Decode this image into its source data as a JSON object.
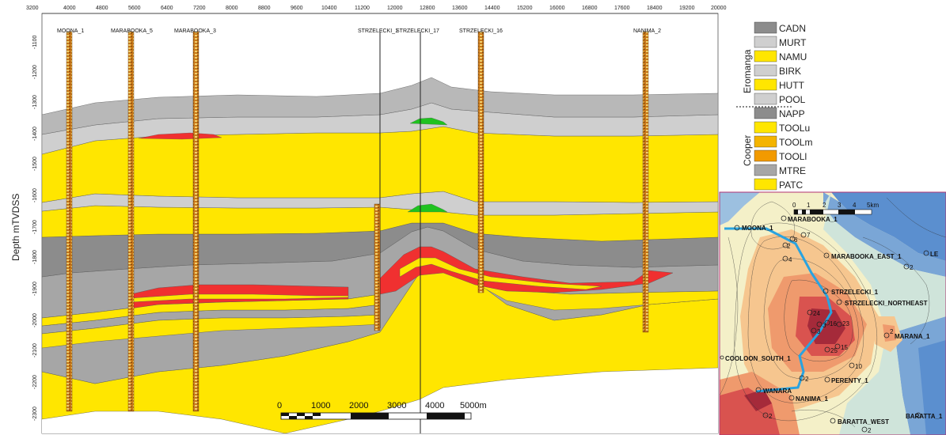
{
  "section": {
    "y_axis_label": "Depth mTVDSS",
    "x_ticks": [
      "3200",
      "4000",
      "4800",
      "5600",
      "6400",
      "7200",
      "8000",
      "8800",
      "9600",
      "10400",
      "11200",
      "12000",
      "12800",
      "13600",
      "14400",
      "15200",
      "16000",
      "16800",
      "17600",
      "18400",
      "19200",
      "20000"
    ],
    "y_ticks": [
      "-1100",
      "-1200",
      "-1300",
      "-1400",
      "-1500",
      "-1600",
      "-1700",
      "-1800",
      "-1900",
      "-2000",
      "-2100",
      "-2200",
      "-2300"
    ],
    "wells": [
      "MOONA_1",
      "MARABOOKA_5",
      "MARABOOKA_3",
      "STRZELECKI_1",
      "STRZELECKI_17",
      "STRZELECKI_16",
      "NANIMA_2"
    ],
    "scale_bar": {
      "labels": [
        "0",
        "1000",
        "2000",
        "3000",
        "4000",
        "5000m"
      ]
    },
    "colors": {
      "yellow": "#ffe600",
      "light_grey": "#cfcfcf",
      "mid_grey": "#a6a6a6",
      "dark_grey": "#8c8c8c",
      "red": "#f03030",
      "green": "#1fc21f"
    }
  },
  "legend": {
    "groups": [
      "Eromanga",
      "Cooper"
    ],
    "items": [
      {
        "code": "CADN",
        "color": "#8c8c8c"
      },
      {
        "code": "MURT",
        "color": "#cfcfcf"
      },
      {
        "code": "NAMU",
        "color": "#ffe600"
      },
      {
        "code": "BIRK",
        "color": "#cfcfcf"
      },
      {
        "code": "HUTT",
        "color": "#ffe600"
      },
      {
        "code": "POOL",
        "color": "#cfcfcf"
      },
      {
        "code": "NAPP",
        "color": "#8c8c8c"
      },
      {
        "code": "TOOLu",
        "color": "#ffe600"
      },
      {
        "code": "TOOLm",
        "color": "#f4b400"
      },
      {
        "code": "TOOLl",
        "color": "#f29a00"
      },
      {
        "code": "MTRE",
        "color": "#a6a6a6"
      },
      {
        "code": "PATC",
        "color": "#ffe600"
      }
    ]
  },
  "map": {
    "scale_labels": [
      "0",
      "1",
      "2",
      "3",
      "4",
      "5km"
    ],
    "fields": [
      "MARABOOKA_1",
      "MOONA_1",
      "MARABOOKA_EAST_1",
      "LE",
      "STRZELECKI_1",
      "STRZELECKI_NORTHEAST",
      "MARANA_1",
      "COOLOON_SOUTH_1",
      "PERENTY_1",
      "NANIMA_1",
      "WANARA",
      "BARATTA_WEST",
      "BARATTA_1"
    ],
    "well_numbers": [
      "6",
      "7",
      "2",
      "4",
      "2",
      "24",
      "3",
      "16",
      "23",
      "3",
      "25",
      "15",
      "10",
      "2",
      "2",
      "2",
      "2"
    ]
  }
}
